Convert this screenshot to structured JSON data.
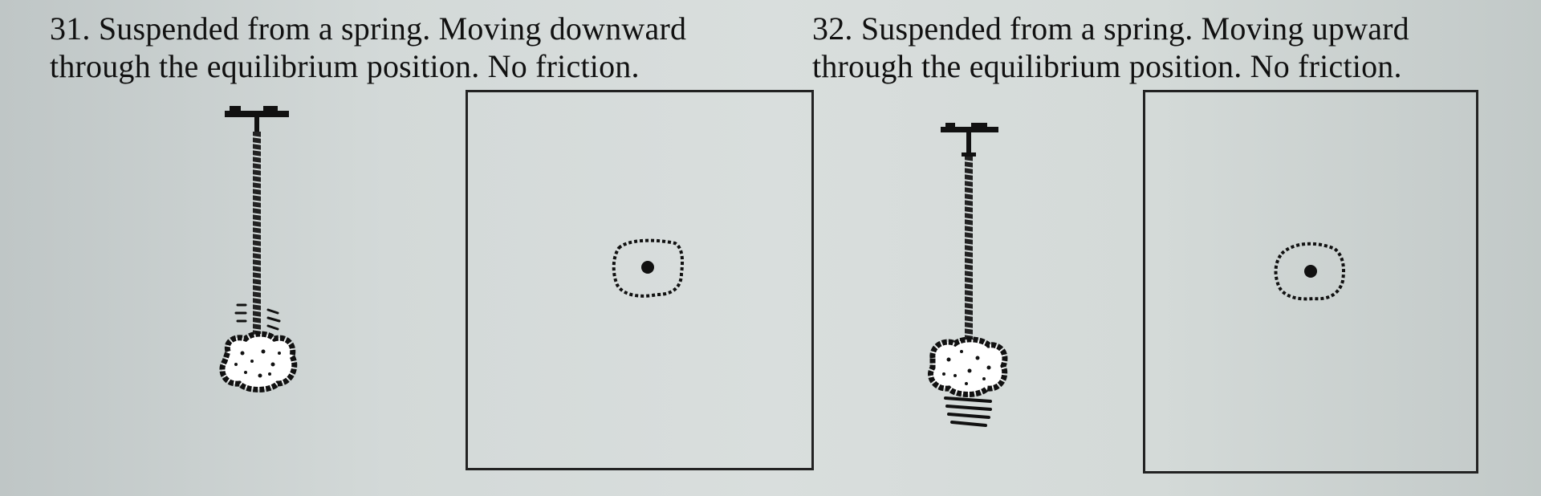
{
  "problems": [
    {
      "number": "31.",
      "line1": "Suspended from a spring.  Moving downward",
      "line2": "through the equilibrium position.  No friction."
    },
    {
      "number": "32.",
      "line1": "Suspended from a spring.  Moving upward",
      "line2": "through the equilibrium position.  No friction."
    }
  ],
  "colors": {
    "paper": "#d6dcdb",
    "ink": "#111111"
  },
  "icons": [
    "spring-mass-icon",
    "free-body-dot-icon"
  ]
}
